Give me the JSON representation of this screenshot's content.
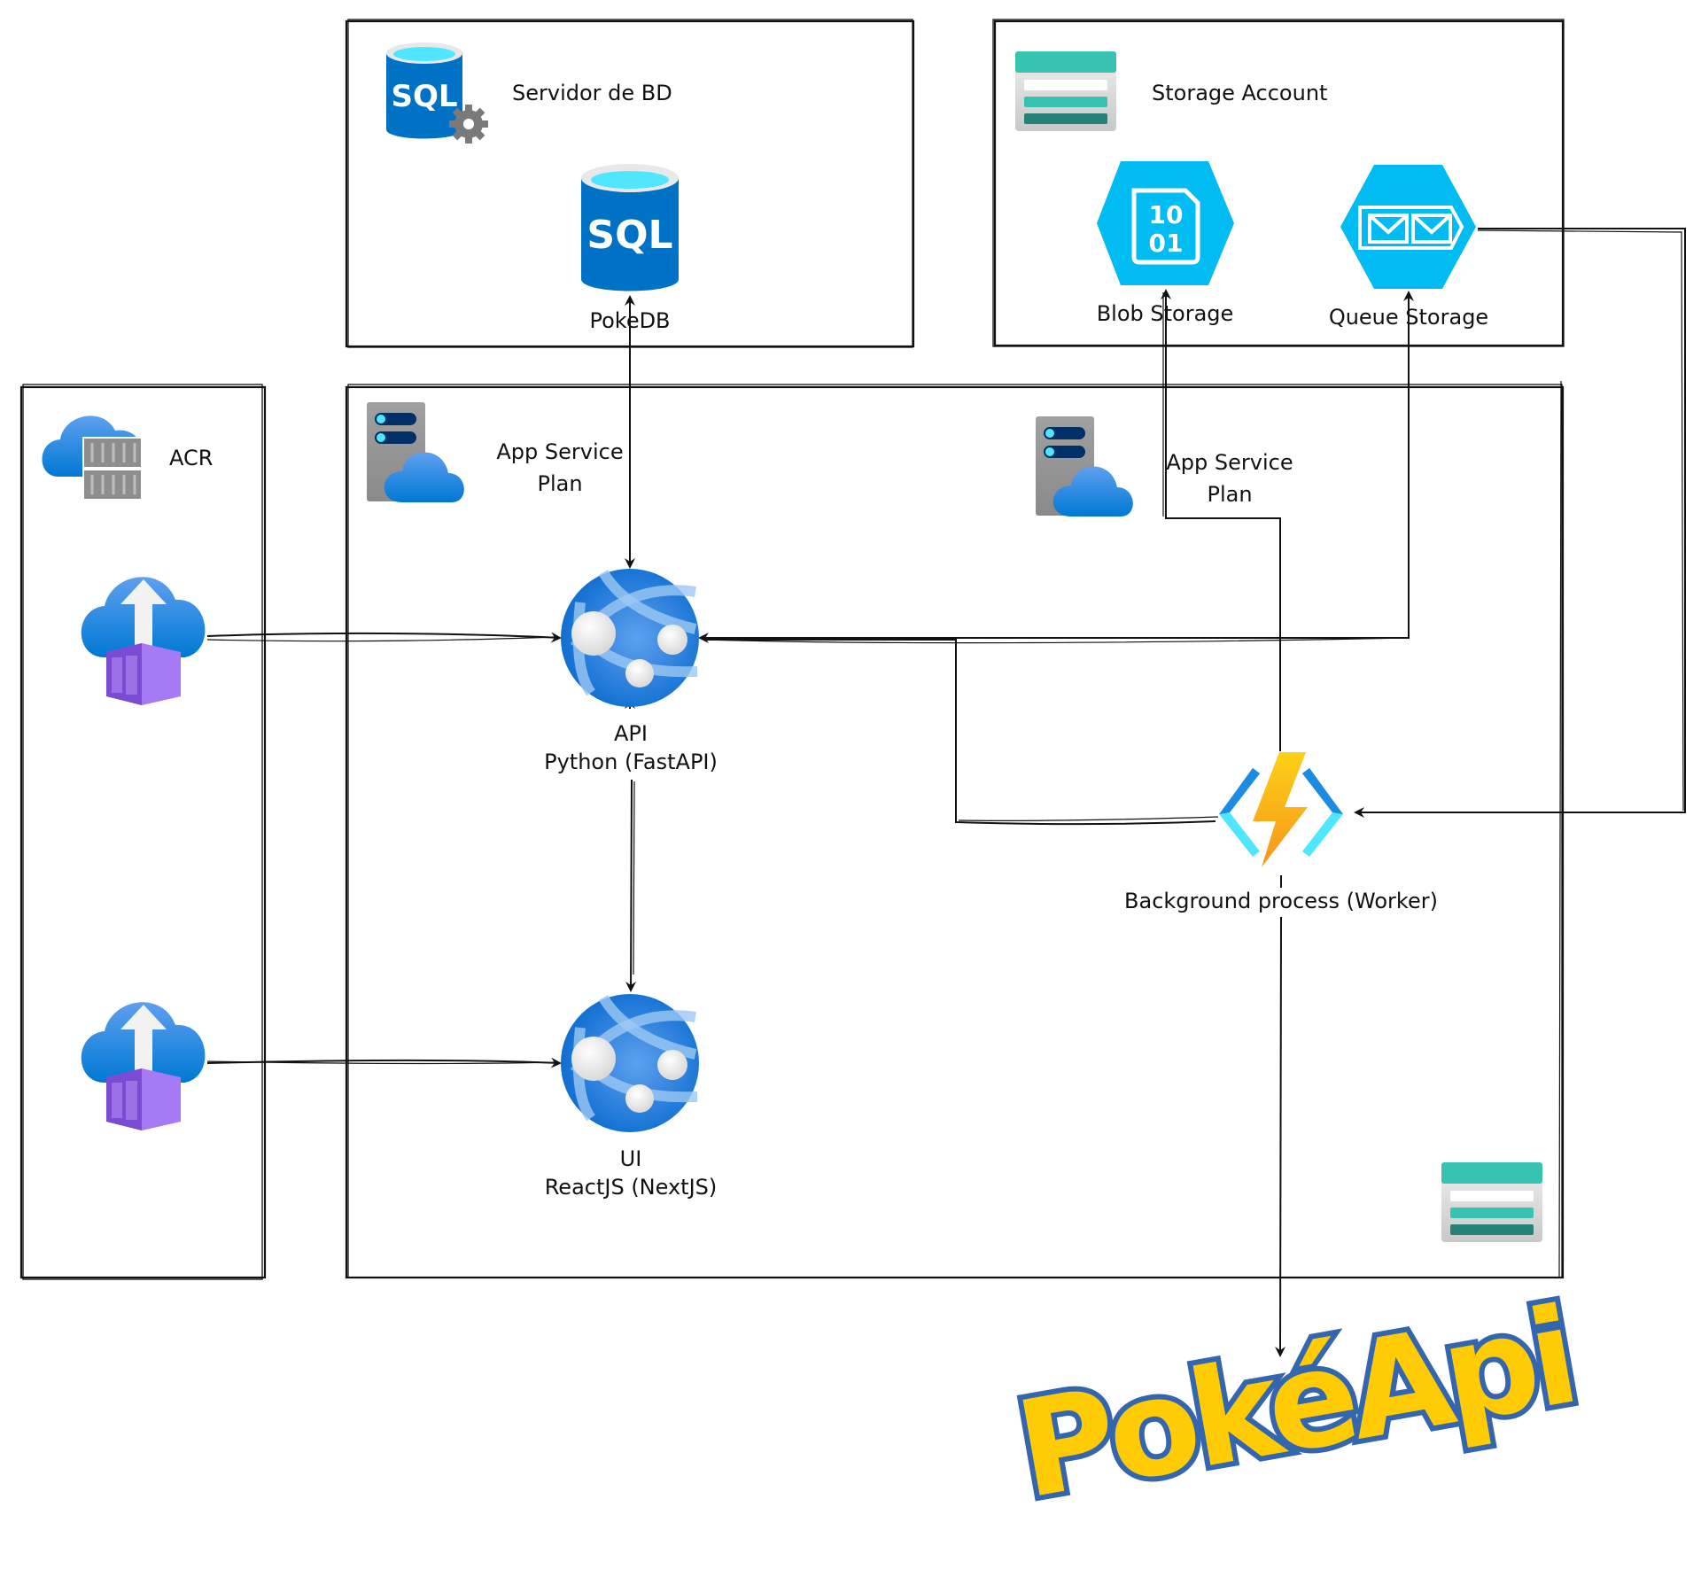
{
  "diagram": {
    "groups": {
      "db_server": {
        "label": "Servidor de BD"
      },
      "storage_account": {
        "label": "Storage Account"
      },
      "acr": {
        "label": "ACR"
      },
      "app_service_plan_web": {
        "label_line1": "App Service",
        "label_line2": "Plan"
      },
      "app_service_plan_worker": {
        "label_line1": "App Service",
        "label_line2": "Plan"
      }
    },
    "nodes": {
      "pokedb": {
        "label": "PokeDB",
        "icon_text": "SQL"
      },
      "db_server_icon": {
        "icon_text": "SQL"
      },
      "blob_storage": {
        "label": "Blob Storage",
        "icon_line1": "10",
        "icon_line2": "01"
      },
      "queue_storage": {
        "label": "Queue Storage"
      },
      "api": {
        "label_line1": "API",
        "label_line2": "Python (FastAPI)"
      },
      "ui": {
        "label_line1": "UI",
        "label_line2": "ReactJS (NextJS)"
      },
      "worker": {
        "label": "Background process (Worker)"
      },
      "pokeapi": {
        "label": "PokéApi"
      }
    },
    "connections": [
      {
        "from": "api",
        "to": "pokedb",
        "direction": "both"
      },
      {
        "from": "acr_image_api",
        "to": "api",
        "direction": "forward"
      },
      {
        "from": "acr_image_ui",
        "to": "ui",
        "direction": "forward"
      },
      {
        "from": "api",
        "to": "ui",
        "direction": "forward"
      },
      {
        "from": "api",
        "to": "queue_storage",
        "direction": "forward"
      },
      {
        "from": "worker",
        "to": "api",
        "direction": "forward"
      },
      {
        "from": "queue_storage",
        "to": "worker",
        "direction": "forward"
      },
      {
        "from": "worker",
        "to": "blob_storage",
        "direction": "forward"
      },
      {
        "from": "worker",
        "to": "pokeapi",
        "direction": "forward"
      }
    ],
    "colors": {
      "sql_blue": "#0072c6",
      "sql_top": "#50e6ff",
      "storage_cyan": "#00bcf2",
      "storage_teal": "#37c2b1",
      "storage_dark_teal": "#258277",
      "cloud_blue": "#2f8ae8",
      "container_purple": "#a67af4",
      "function_yellow": "#fcd116",
      "function_orange": "#f7a21b",
      "poke_yellow": "#ffcb05",
      "poke_blue": "#3466af"
    }
  }
}
